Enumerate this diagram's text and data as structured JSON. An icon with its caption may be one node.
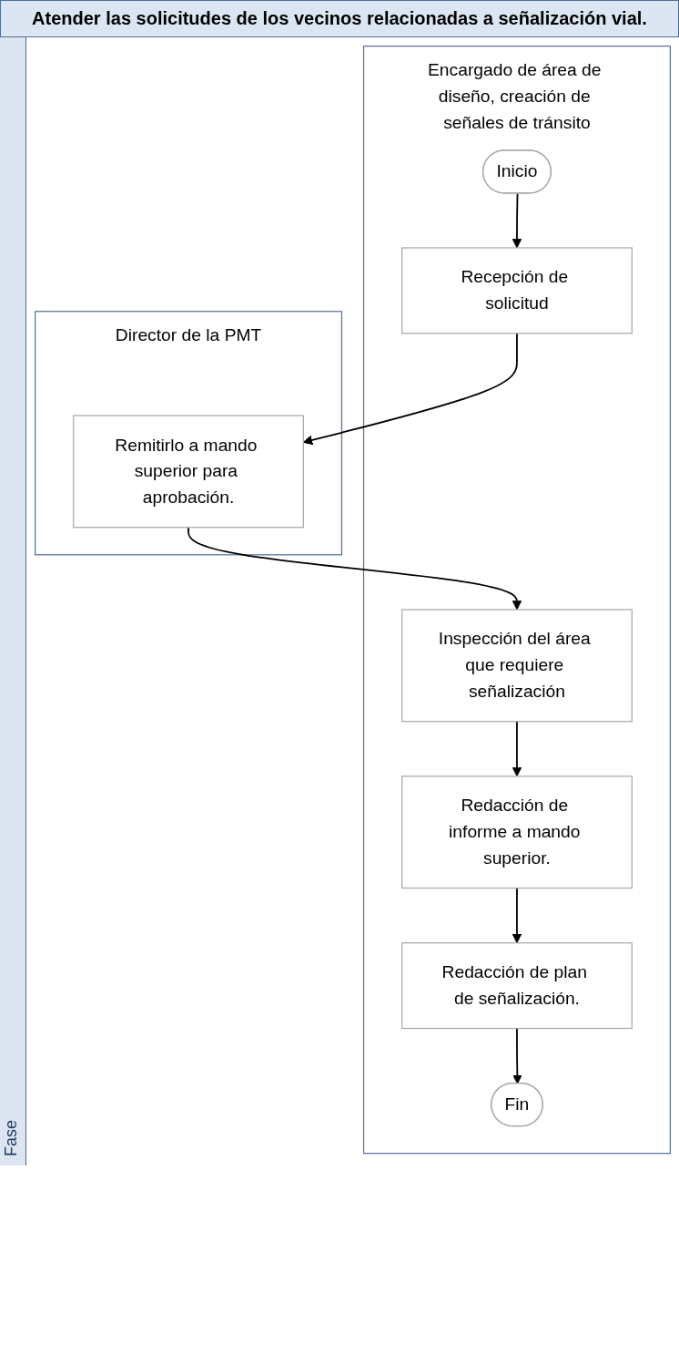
{
  "diagram": {
    "title": "Atender las solicitudes de los vecinos relacionadas a señalización vial.",
    "nodes": [
      {
        "text": [
          "Encargado de área de diseño, creación de señales de tránsito"
        ]
      },
      {
        "text": [
          "Director de la PMT"
        ]
      },
      {
        "text": [
          "Inicio"
        ],
        "in": 0
      },
      {
        "text": [
          "Recepción de solicitud"
        ],
        "in": 0
      },
      {
        "text": [
          "Remitirlo a mando superior para aprobación."
        ],
        "in": 1
      },
      {
        "text": [
          "Inspección del área que requiere señalización"
        ],
        "in": 0
      },
      {
        "text": [
          "Redacción de informe a mando superior."
        ],
        "in": 0
      },
      {
        "text": [
          "Redacción de plan de señalización."
        ],
        "in": 0
      },
      {
        "text": [
          "Fin"
        ],
        "in": 0
      }
    ],
    "edges": [
      {
        "from": 2,
        "to": 3,
        "arrow": "to"
      },
      {
        "from": 3,
        "to": 4,
        "arrow": "to"
      },
      {
        "from": 4,
        "to": 5,
        "arrow": "to"
      },
      {
        "from": 5,
        "to": 6,
        "arrow": "to"
      },
      {
        "from": 6,
        "to": 7,
        "arrow": "to"
      },
      {
        "from": 7,
        "to": 8,
        "arrow": "to"
      }
    ],
    "labels": [
      "Fase"
    ]
  }
}
